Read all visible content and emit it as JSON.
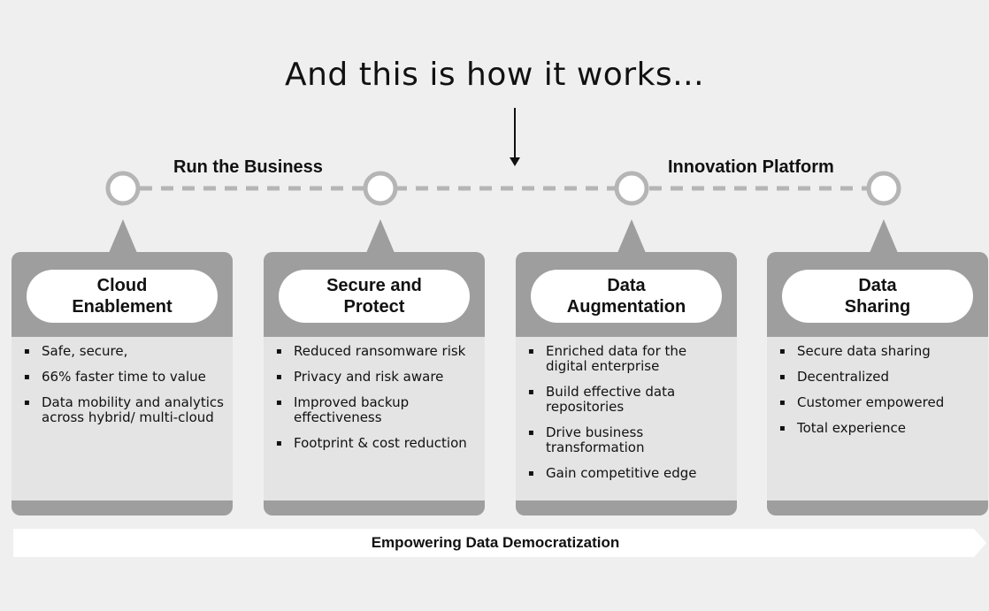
{
  "headline": "And this is how it works...",
  "phases": {
    "left": "Run the Business",
    "right": "Innovation Platform"
  },
  "cards": [
    {
      "title": "Cloud\nEnablement",
      "points": [
        "Safe, secure,",
        "66% faster time to value",
        "Data mobility and analytics across hybrid/ multi-cloud"
      ]
    },
    {
      "title": "Secure and\nProtect",
      "points": [
        "Reduced ransomware risk",
        "Privacy and risk aware",
        "Improved backup effectiveness",
        "Footprint & cost reduction"
      ]
    },
    {
      "title": "Data\nAugmentation",
      "points": [
        "Enriched data for the digital enterprise",
        "Build effective data repositories",
        "Drive business transformation",
        "Gain competitive edge"
      ]
    },
    {
      "title": "Data\nSharing",
      "points": [
        "Secure data sharing",
        "Decentralized",
        "Customer empowered",
        "Total experience"
      ]
    }
  ],
  "banner": "Empowering Data Democratization",
  "colors": {
    "background": "#efefef",
    "card_header": "#9e9e9e",
    "card_body": "#e4e4e4",
    "timeline": "#b5b5b5"
  }
}
